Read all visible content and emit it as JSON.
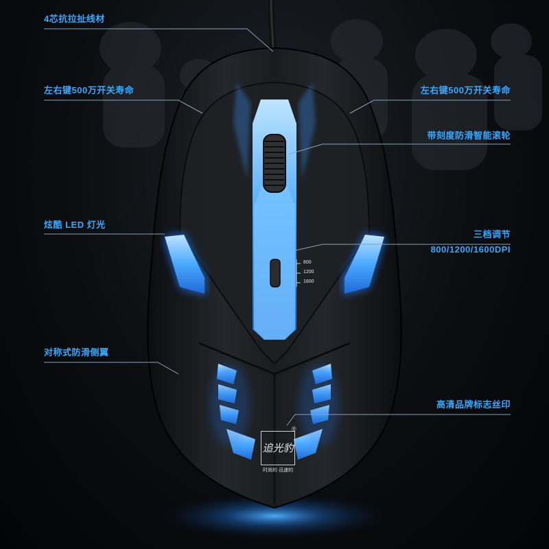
{
  "callouts": {
    "cable": "4芯抗拉扯线材",
    "left_button": "左右键500万开关寿命",
    "right_button": "左右键500万开关寿命",
    "scroll_wheel": "带刻度防滑智能滚轮",
    "led": "炫酷 LED 灯光",
    "dpi_title": "三档调节",
    "dpi_values": "800/1200/1600DPI",
    "side_grip": "对称式防滑侧翼",
    "brand_print": "高清品牌标志丝印"
  },
  "dpi_marks": [
    "800",
    "1200",
    "1600"
  ],
  "logo": {
    "glyphs": "追光豹",
    "registered": "®",
    "slogan": "时尚的·迅速的"
  },
  "colors": {
    "accent": "#39a8ff",
    "led_glow": "#3fa9ff",
    "mouse_body": "#1a1c1f",
    "background": "#050608"
  }
}
